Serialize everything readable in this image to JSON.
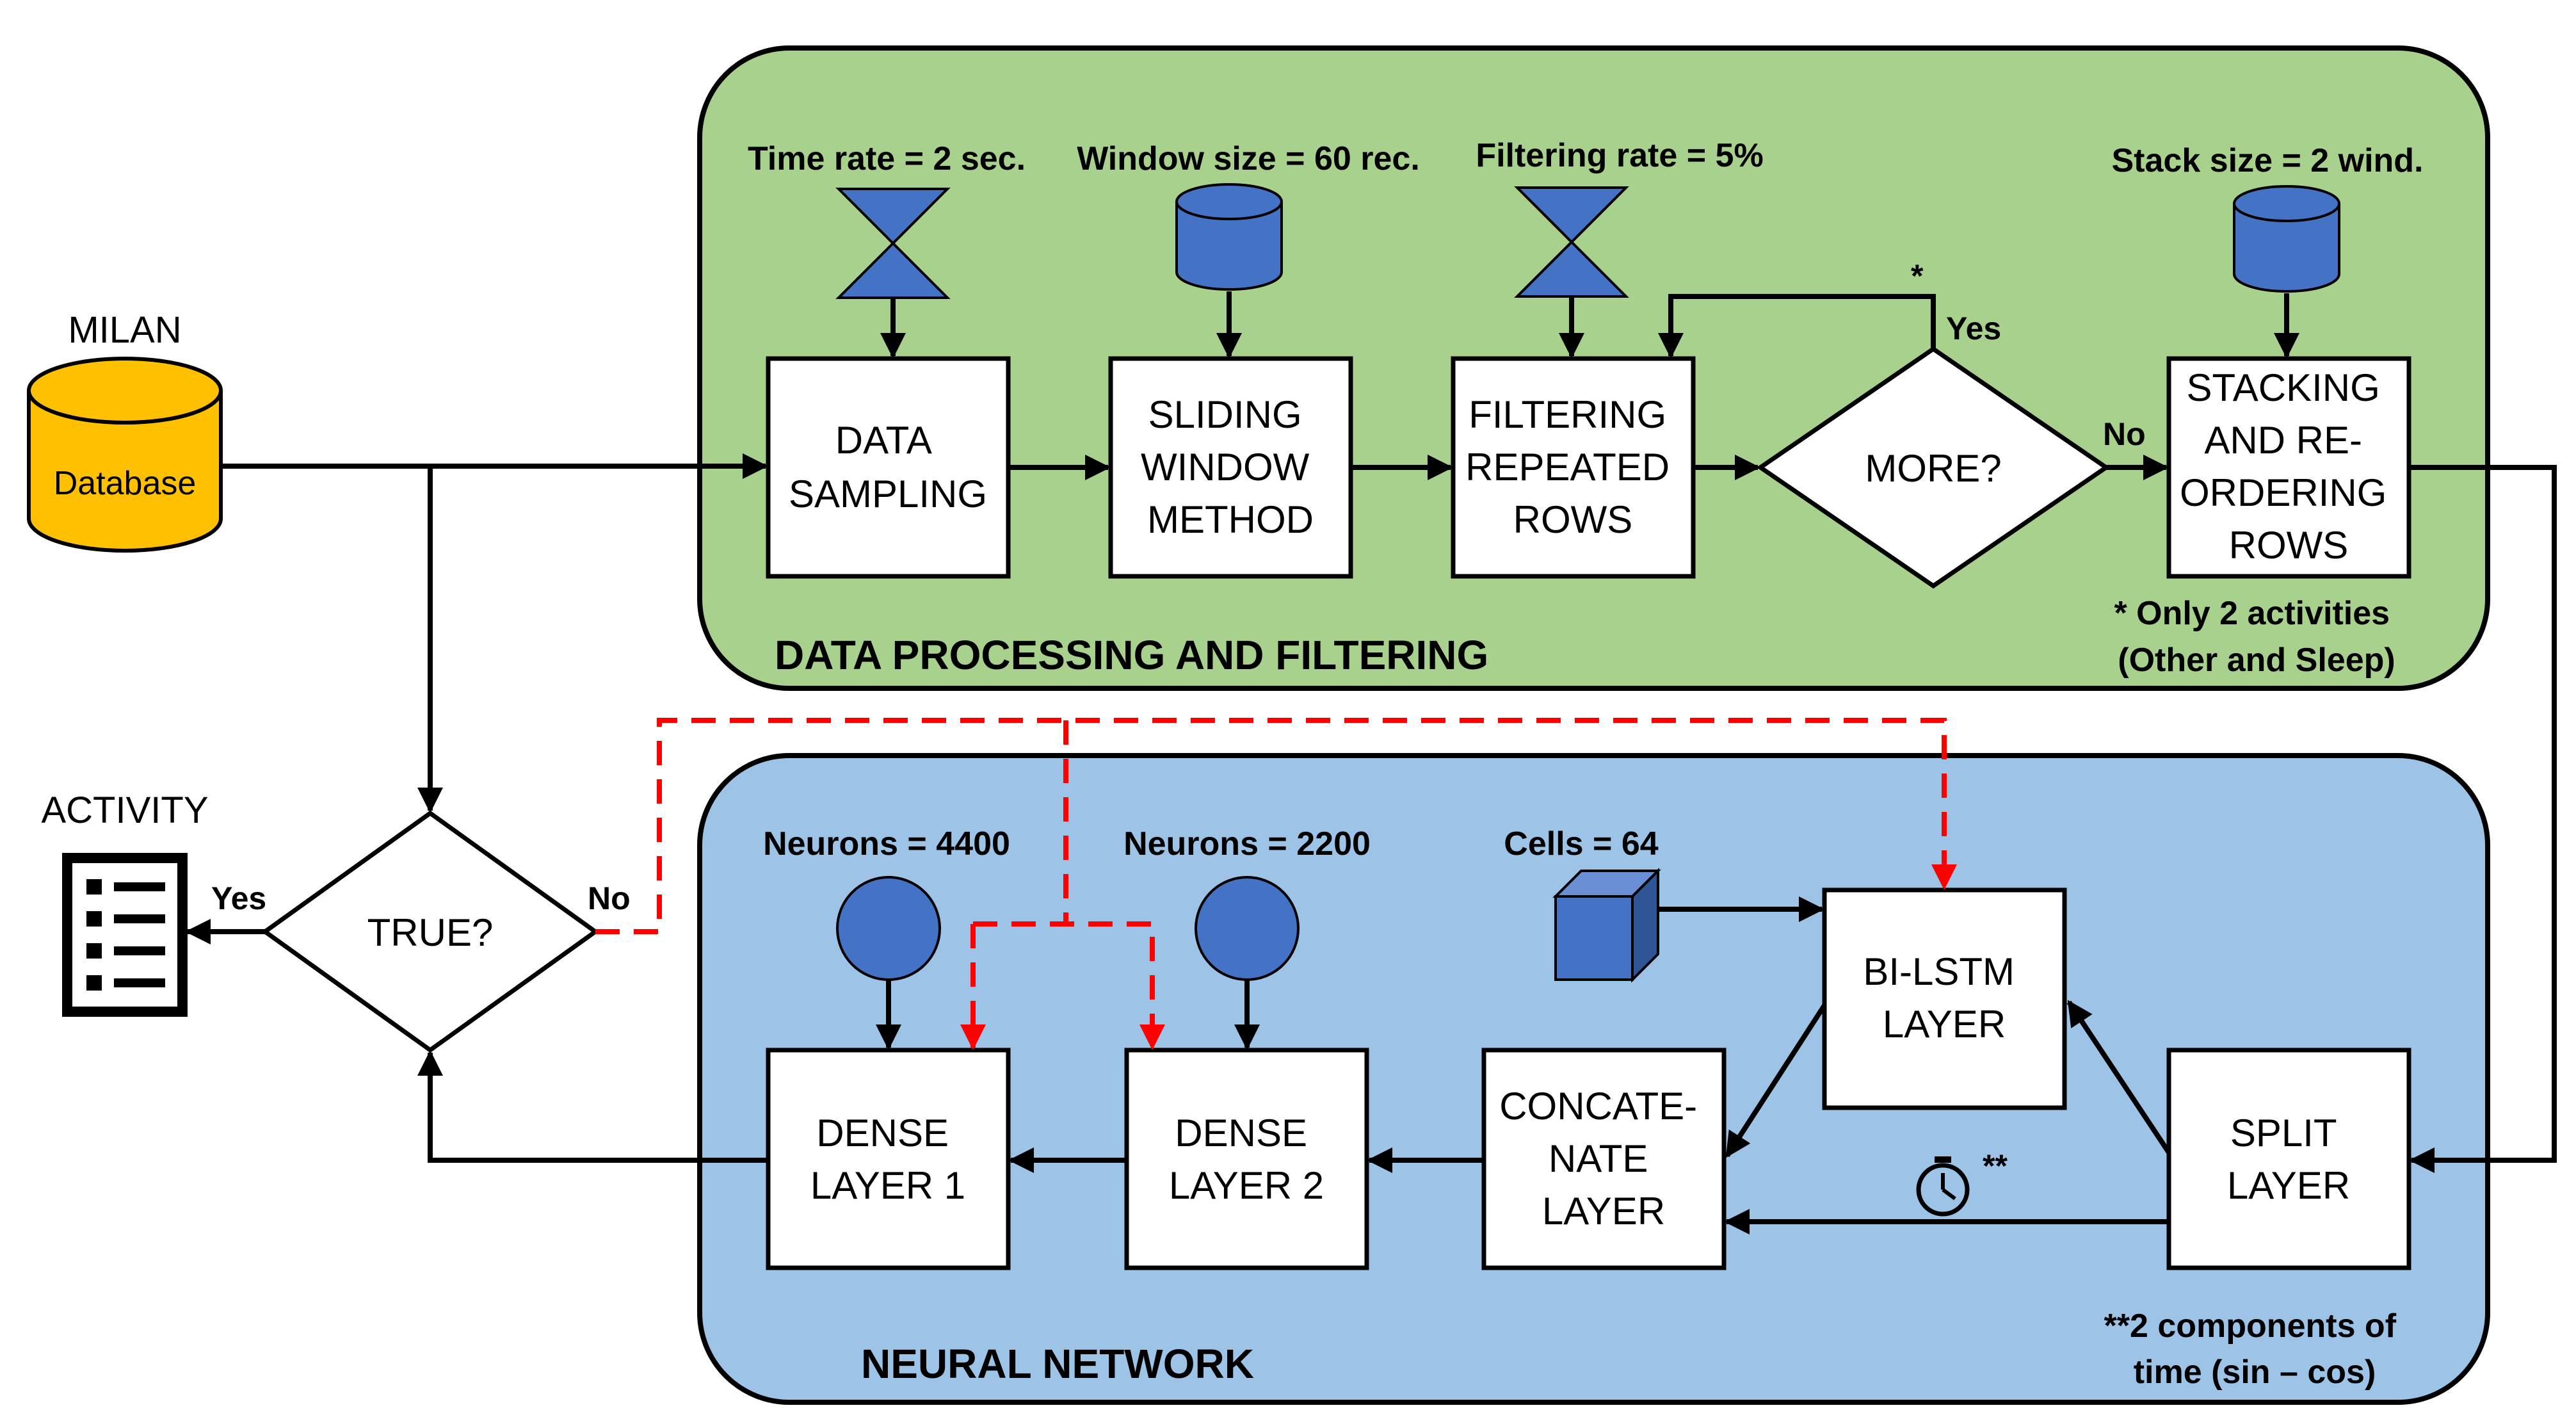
{
  "regions": {
    "processing": {
      "title": "DATA PROCESSING AND FILTERING",
      "fill": "#a9d18e"
    },
    "network": {
      "title": "NEURAL NETWORK",
      "fill": "#9dc3e6"
    }
  },
  "database": {
    "name": "MILAN",
    "label": "Database",
    "fill": "#ffc000"
  },
  "activity": {
    "label": "ACTIVITY"
  },
  "params": {
    "time_rate": "Time rate = 2 sec.",
    "window_size": "Window size = 60 rec.",
    "filtering_rate": "Filtering rate = 5%",
    "stack_size": "Stack size = 2 wind.",
    "neurons_1": "Neurons = 4400",
    "neurons_2": "Neurons = 2200",
    "cells": "Cells = 64"
  },
  "boxes": {
    "data_sampling": [
      "DATA",
      "SAMPLING"
    ],
    "sliding_window": [
      "SLIDING",
      "WINDOW",
      "METHOD"
    ],
    "filtering": [
      "FILTERING",
      "REPEATED",
      "ROWS"
    ],
    "stacking": [
      "STACKING",
      "AND RE-",
      "ORDERING",
      "ROWS"
    ],
    "bilstm": [
      "BI-LSTM",
      "LAYER"
    ],
    "concatenate": [
      "CONCATE-",
      "NATE",
      "LAYER"
    ],
    "dense2": [
      "DENSE",
      "LAYER 2"
    ],
    "dense1": [
      "DENSE",
      "LAYER 1"
    ],
    "split": [
      "SPLIT",
      "LAYER"
    ]
  },
  "decisions": {
    "more": "MORE?",
    "true": "TRUE?"
  },
  "edge_labels": {
    "yes": "Yes",
    "no": "No",
    "star": "*",
    "double_star": "**"
  },
  "notes": {
    "only2": [
      "* Only 2 activities",
      "(Other and Sleep)"
    ],
    "time_components": [
      "**2 components of",
      "time (sin – cos)"
    ]
  },
  "colors": {
    "shape_blue": "#4472c4",
    "feedback_red": "#ff0000"
  }
}
